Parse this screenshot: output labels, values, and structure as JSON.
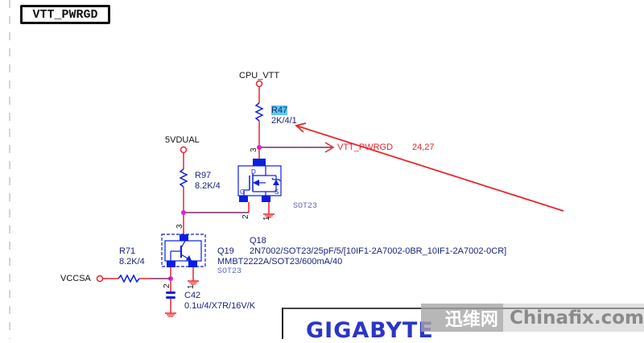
{
  "sheet": {
    "title": "VTT_PWRGD"
  },
  "nets": {
    "cpu_vtt": "CPU_VTT",
    "vdual": "5VDUAL",
    "vccsa": "VCCSA",
    "vtt_pwrgd": {
      "label": "VTT_PWRGD",
      "refs": "24,27"
    }
  },
  "components": {
    "r47": {
      "ref": "R47",
      "value": "2K/4/1"
    },
    "r97": {
      "ref": "R97",
      "value": "8.2K/4"
    },
    "r71": {
      "ref": "R71",
      "value": "8.2K/4"
    },
    "c42": {
      "ref": "C42",
      "value": "0.1u/4/X7R/16V/K"
    },
    "q18": {
      "ref": "Q18",
      "value": "2N7002/SOT23/25pF/5/[10IF1-2A7002-0BR_10IF1-2A7002-0CR]",
      "package": "SOT23",
      "pins": {
        "drain": "3",
        "gate": "2",
        "source": "1",
        "d_label": "D",
        "g_label": "G",
        "s_label": "S"
      }
    },
    "q19": {
      "ref": "Q19",
      "value": "MMBT2222A/SOT23/600mA/40",
      "package": "SOT23",
      "pins": {
        "collector": "3",
        "base": "2",
        "emitter": "1"
      }
    }
  },
  "footer": {
    "logo": "GIGABYTE",
    "watermark_cn": "迅维网",
    "watermark_en": "Chinafix.com"
  },
  "colors": {
    "wire": "#e8262a",
    "net_wire": "#7a2a6a",
    "symbol": "#0a1ee0",
    "junction": "#e020e0",
    "annotation_arrow": "#e8262a",
    "logo": "#2a36c8"
  }
}
